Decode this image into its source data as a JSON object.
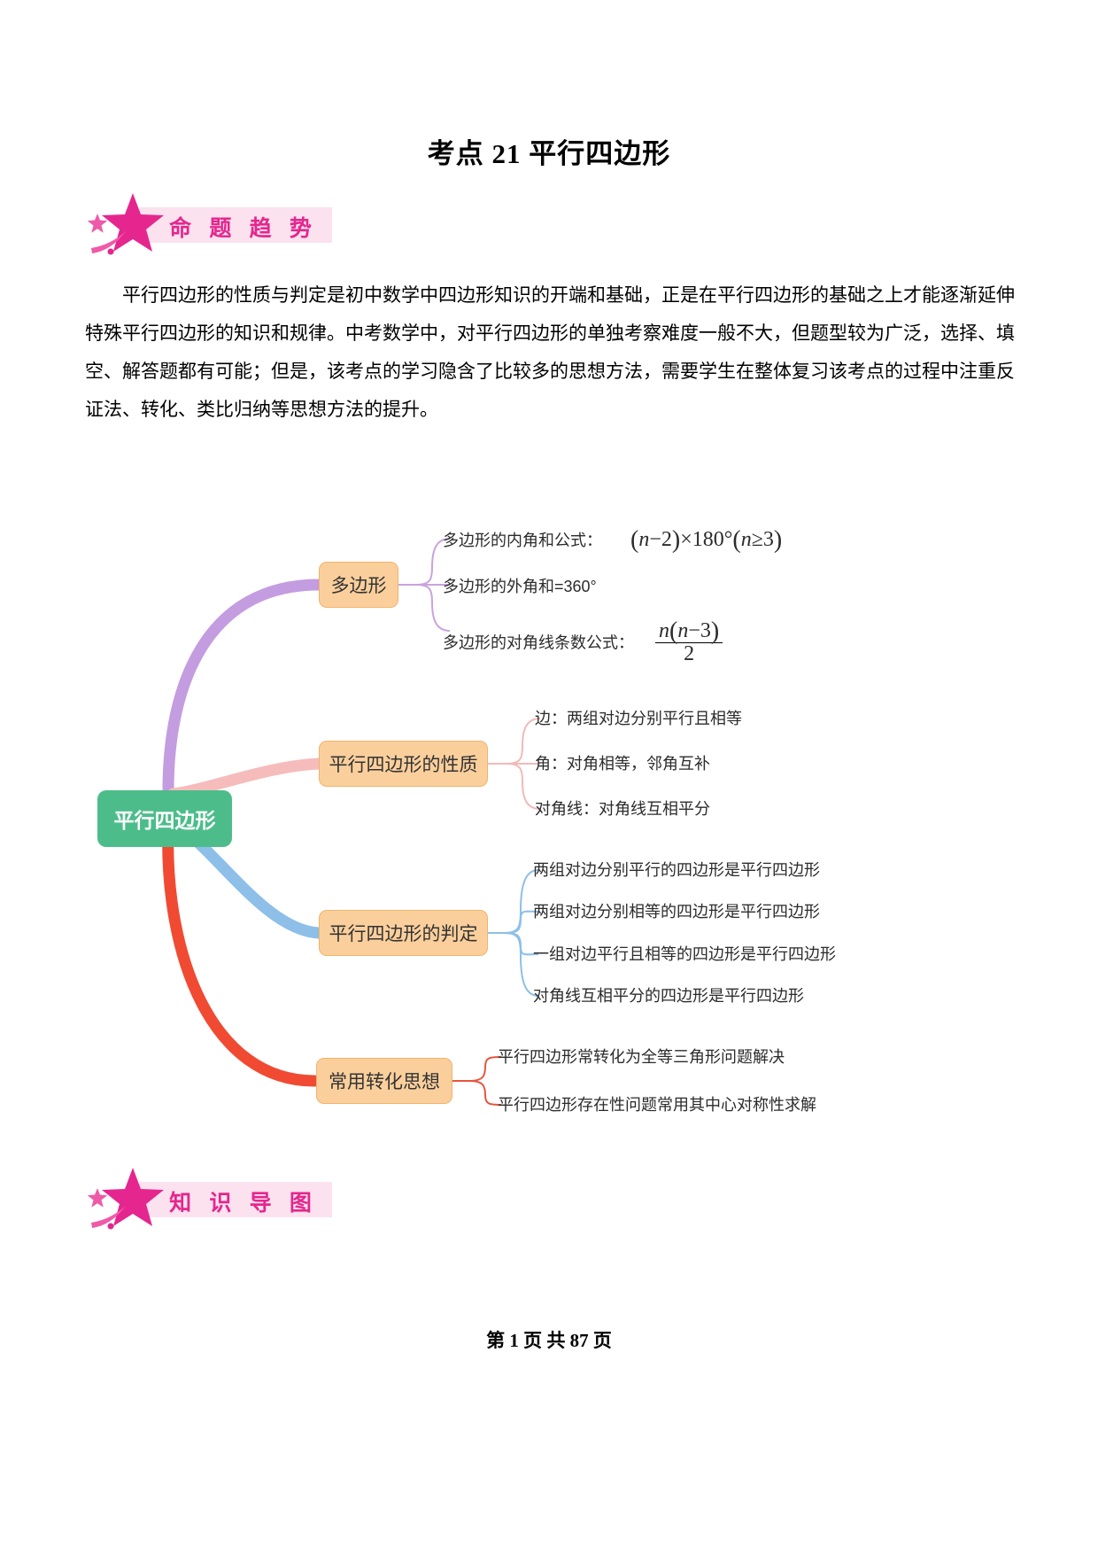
{
  "document": {
    "title": "考点 21 平行四边形",
    "footer": "第 1 页 共 87 页"
  },
  "sections": {
    "trend": {
      "badge_label": "命 题 趋 势",
      "badge_color": "#e5268e",
      "badge_bg": "#fbe2ee",
      "star_icon": "star-icon",
      "paragraph": "平行四边形的性质与判定是初中数学中四边形知识的开端和基础，正是在平行四边形的基础之上才能逐渐延伸特殊平行四边形的知识和规律。中考数学中，对平行四边形的单独考察难度一般不大，但题型较为广泛，选择、填空、解答题都有可能；但是，该考点的学习隐含了比较多的思想方法，需要学生在整体复习该考点的过程中注重反证法、转化、类比归纳等思想方法的提升。"
    },
    "knowledge_map": {
      "badge_label": "知 识 导 图",
      "badge_color": "#e5268e",
      "badge_bg": "#fbe2ee",
      "star_icon": "star-icon"
    }
  },
  "mindmap": {
    "root": {
      "label": "平行四边形",
      "fill": "#4cbd8a",
      "text_color": "#ffffff"
    },
    "branch_fill": "#fbcf9c",
    "branch_stroke": "#f0b46a",
    "branches": [
      {
        "label": "多边形",
        "link_color": "#c49ce0",
        "leaf_color": "#c9a3dd",
        "leaves": [
          {
            "text": "多边形的内角和公式：",
            "formula": "(n-2)×180°(n≥3)"
          },
          {
            "text": "多边形的外角和=360°",
            "formula": ""
          },
          {
            "text": "多边形的对角线条数公式：",
            "formula": "n(n-3)/2"
          }
        ]
      },
      {
        "label": "平行四边形的性质",
        "link_color": "#f6bcbc",
        "leaf_color": "#f3b9b9",
        "leaves": [
          {
            "text": "边：两组对边分别平行且相等",
            "formula": ""
          },
          {
            "text": "角：对角相等，邻角互补",
            "formula": ""
          },
          {
            "text": "对角线：对角线互相平分",
            "formula": ""
          }
        ]
      },
      {
        "label": "平行四边形的判定",
        "link_color": "#8dbfe8",
        "leaf_color": "#8dbfe8",
        "leaves": [
          {
            "text": "两组对边分别平行的四边形是平行四边形",
            "formula": ""
          },
          {
            "text": "两组对边分别相等的四边形是平行四边形",
            "formula": ""
          },
          {
            "text": "一组对边平行且相等的四边形是平行四边形",
            "formula": ""
          },
          {
            "text": "对角线互相平分的四边形是平行四边形",
            "formula": ""
          }
        ]
      },
      {
        "label": "常用转化思想",
        "link_color": "#f04a33",
        "leaf_color": "#e8543c",
        "leaves": [
          {
            "text": "平行四边形常转化为全等三角形问题解决",
            "formula": ""
          },
          {
            "text": "平行四边形存在性问题常用其中心对称性求解",
            "formula": ""
          }
        ]
      }
    ],
    "formula_parts": {
      "poly_interior": {
        "lparen": "(",
        "n1": "n",
        "minus2": "− 2",
        "rparen": ")",
        "times180": "×180°",
        "lparen2": "(",
        "n2": "n",
        "ge3": "≥ 3",
        "rparen2": ")"
      },
      "poly_diagonal": {
        "n_outer": "n",
        "lparen": "(",
        "n_inner": "n",
        "minus3": "− 3",
        "rparen": ")",
        "denominator": "2"
      }
    }
  }
}
